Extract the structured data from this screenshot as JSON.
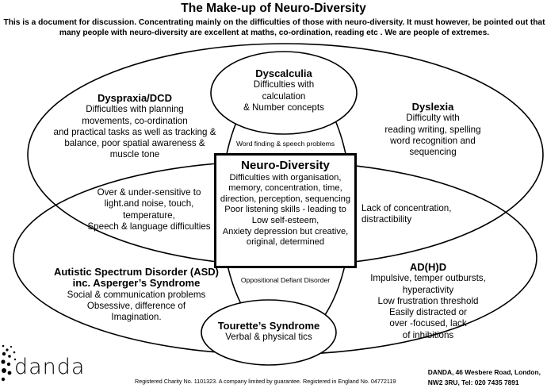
{
  "title": "The Make-up of  Neuro-Diversity",
  "intro": "This is a document for discussion. Concentrating mainly on the difficulties of those with neuro-diversity. It must however, be pointed out that many people with neuro-diversity are excellent at maths, co-ordination, reading etc . We are people of extremes.",
  "dyscalculia": {
    "heading": "Dyscalculia",
    "lines": [
      "Difficulties with",
      "calculation",
      "& Number concepts"
    ]
  },
  "dyspraxia": {
    "heading": "Dyspraxia/DCD",
    "lines": [
      "Difficulties with planning",
      "movements, co-ordination",
      "and practical tasks as well as tracking &",
      "balance, poor spatial awareness &",
      "muscle tone"
    ]
  },
  "dyslexia": {
    "heading": "Dyslexia",
    "lines": [
      "Difficulty with",
      "reading writing, spelling",
      "word recognition and",
      "sequencing"
    ]
  },
  "word_finding": "Word finding & speech problems",
  "center": {
    "heading": "Neuro-Diversity",
    "lines": [
      "Difficulties with organisation,",
      "memory, concentration, time,",
      "direction, perception, sequencing",
      "Poor listening skills - leading to",
      "Low self-esteem,",
      "Anxiety depression but creative,",
      "original, determined"
    ]
  },
  "sensory": {
    "lines": [
      "Over & under-sensitive to",
      "light.and noise, touch,",
      "temperature,",
      "Speech & language difficulties"
    ]
  },
  "concentration": {
    "lines": [
      "Lack of concentration,",
      "distractibility"
    ]
  },
  "asd": {
    "heading_lines": [
      "Autistic Spectrum Disorder (ASD)",
      "inc. Asperger’s Syndrome"
    ],
    "lines": [
      "Social & communication problems",
      "Obsessive, difference of",
      "Imagination."
    ]
  },
  "odd": "Oppositional Defiant Disorder",
  "adhd": {
    "heading": "AD(H)D",
    "lines": [
      "Impulsive, temper  outbursts,",
      "hyperactivity",
      "Low frustration threshold",
      "Easily distracted or",
      "over -focused, lack",
      "of inhibitions"
    ]
  },
  "tourette": {
    "heading": "Tourette’s Syndrome",
    "lines": [
      "Verbal & physical tics"
    ]
  },
  "logo": {
    "word": "danda"
  },
  "footer": "Registered Charity No. 1101323.  A company limited by guarantee. Registered in England No. 04772119",
  "address": {
    "line1": "DANDA, 46 Wesbere Road, London,",
    "line2": "NW2 3RU,  Tel: 020 7435 7891"
  }
}
